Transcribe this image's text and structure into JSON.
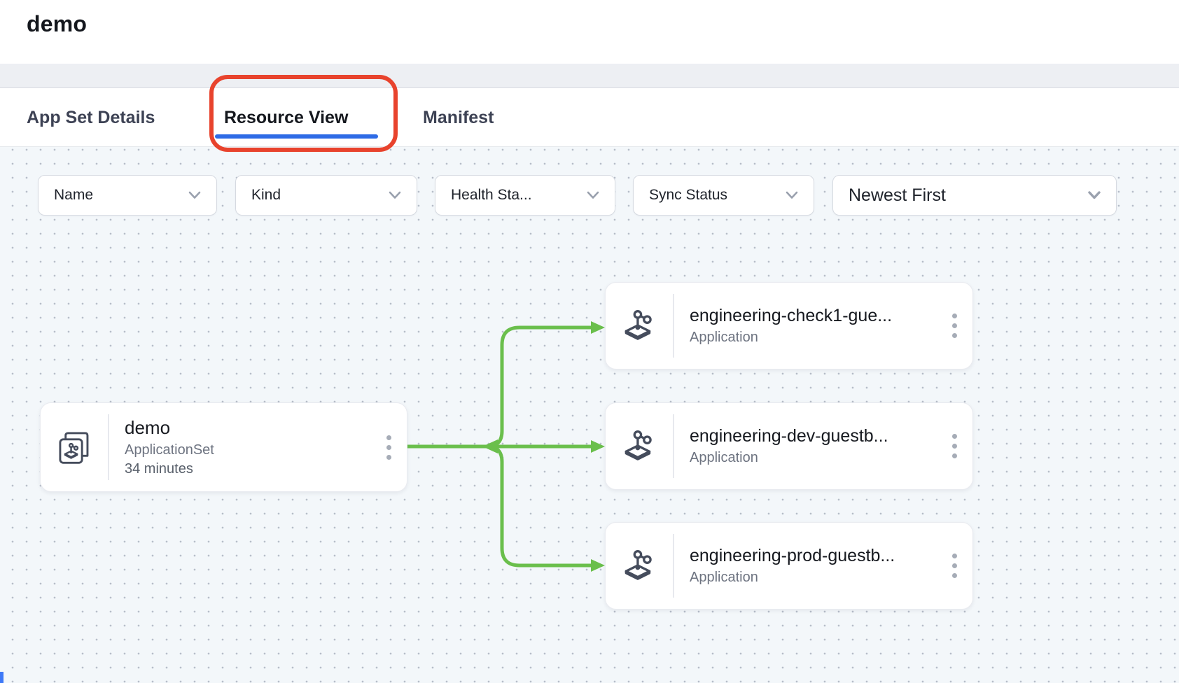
{
  "page": {
    "title": "demo"
  },
  "tabs": {
    "app_set_details": "App Set Details",
    "resource_view": "Resource View",
    "manifest": "Manifest"
  },
  "filters": {
    "name": "Name",
    "kind": "Kind",
    "health_status": "Health Sta...",
    "sync_status": "Sync Status",
    "sort_order": "Newest First"
  },
  "graph": {
    "root": {
      "title": "demo",
      "kind": "ApplicationSet",
      "age": "34 minutes"
    },
    "children": [
      {
        "title": "engineering-check1-gue...",
        "kind": "Application"
      },
      {
        "title": "engineering-dev-guestb...",
        "kind": "Application"
      },
      {
        "title": "engineering-prod-guestb...",
        "kind": "Application"
      }
    ]
  },
  "colors": {
    "edge_green": "#6abf4c",
    "tab_underline_blue": "#2e6be6",
    "annotation_red": "#e8432d",
    "corner_accent_blue": "#3e79f7"
  }
}
